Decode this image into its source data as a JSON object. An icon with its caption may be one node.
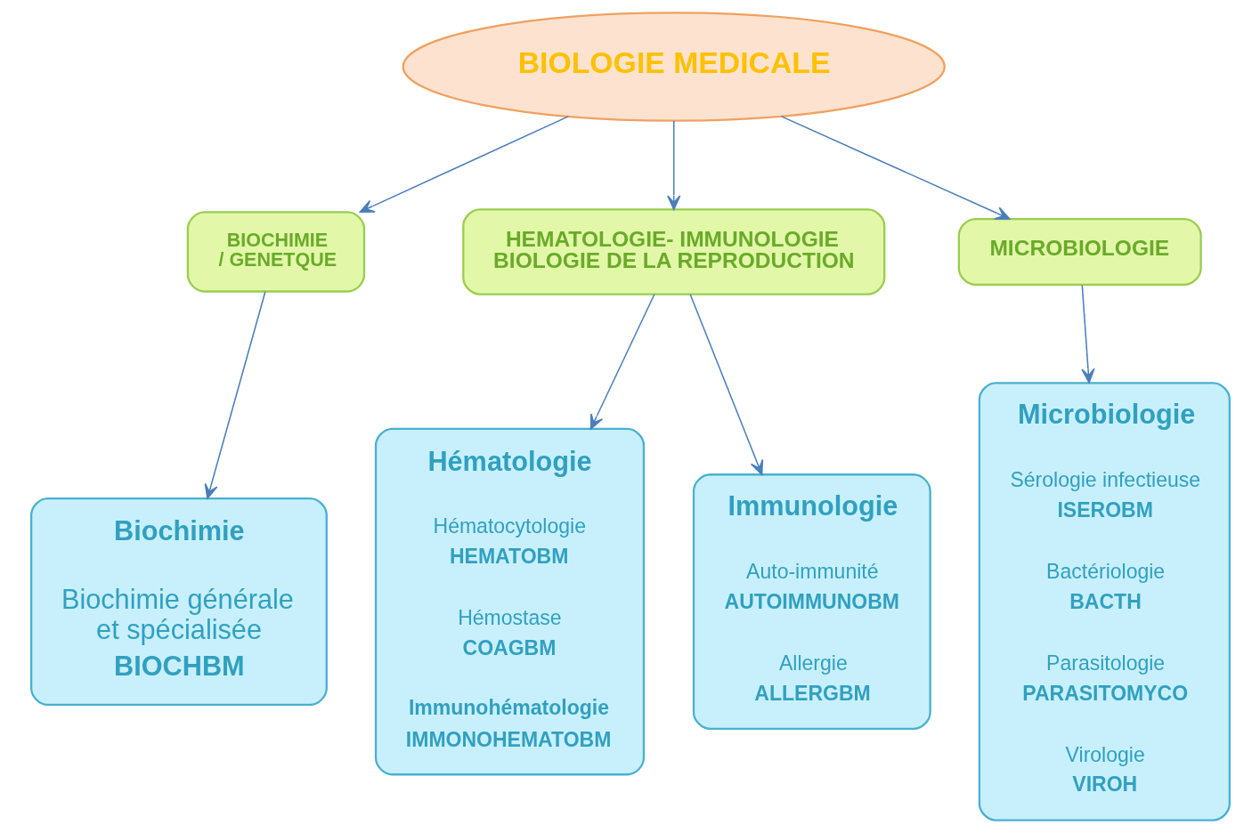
{
  "diagram": {
    "nodes": [
      {
        "text": [
          "BIOLOGIE MEDICALE"
        ]
      },
      {
        "text": [
          "BIOCHIMIE / GENETQUE"
        ]
      },
      {
        "text": [
          "HEMATOLOGIE- IMMUNOLOGIE BIOLOGIE DE LA REPRODUCTION"
        ]
      },
      {
        "text": [
          "MICROBIOLOGIE"
        ]
      },
      {
        "text": [
          "Biochimie",
          "Biochimie générale et spécialisée",
          "BIOCHBM"
        ]
      },
      {
        "text": [
          "Hématologie",
          "Hématocytologie",
          "HEMATOBM",
          "Hémostase",
          "COAGBM",
          "Immunohématologie",
          "IMMONOHEMATOBM"
        ]
      },
      {
        "text": [
          "Immunologie",
          "Auto-immunité",
          "AUTOIMMUNOBM",
          "Allergie",
          "ALLERGBM"
        ]
      },
      {
        "text": [
          "Microbiologie",
          "Sérologie infectieuse",
          "ISEROBM",
          "Bactériologie",
          "BACTH",
          "Parasitologie",
          "PARASITOMYCO",
          "Virologie",
          "VIROH"
        ]
      }
    ],
    "edges": [
      {
        "from": 0,
        "to": 1,
        "arrow": "to"
      },
      {
        "from": 0,
        "to": 2,
        "arrow": "to"
      },
      {
        "from": 0,
        "to": 3,
        "arrow": "to"
      },
      {
        "from": 1,
        "to": 4,
        "arrow": "to"
      },
      {
        "from": 2,
        "to": 5,
        "arrow": "to"
      },
      {
        "from": 2,
        "to": 6,
        "arrow": "to"
      },
      {
        "from": 3,
        "to": 7,
        "arrow": "to"
      }
    ]
  }
}
